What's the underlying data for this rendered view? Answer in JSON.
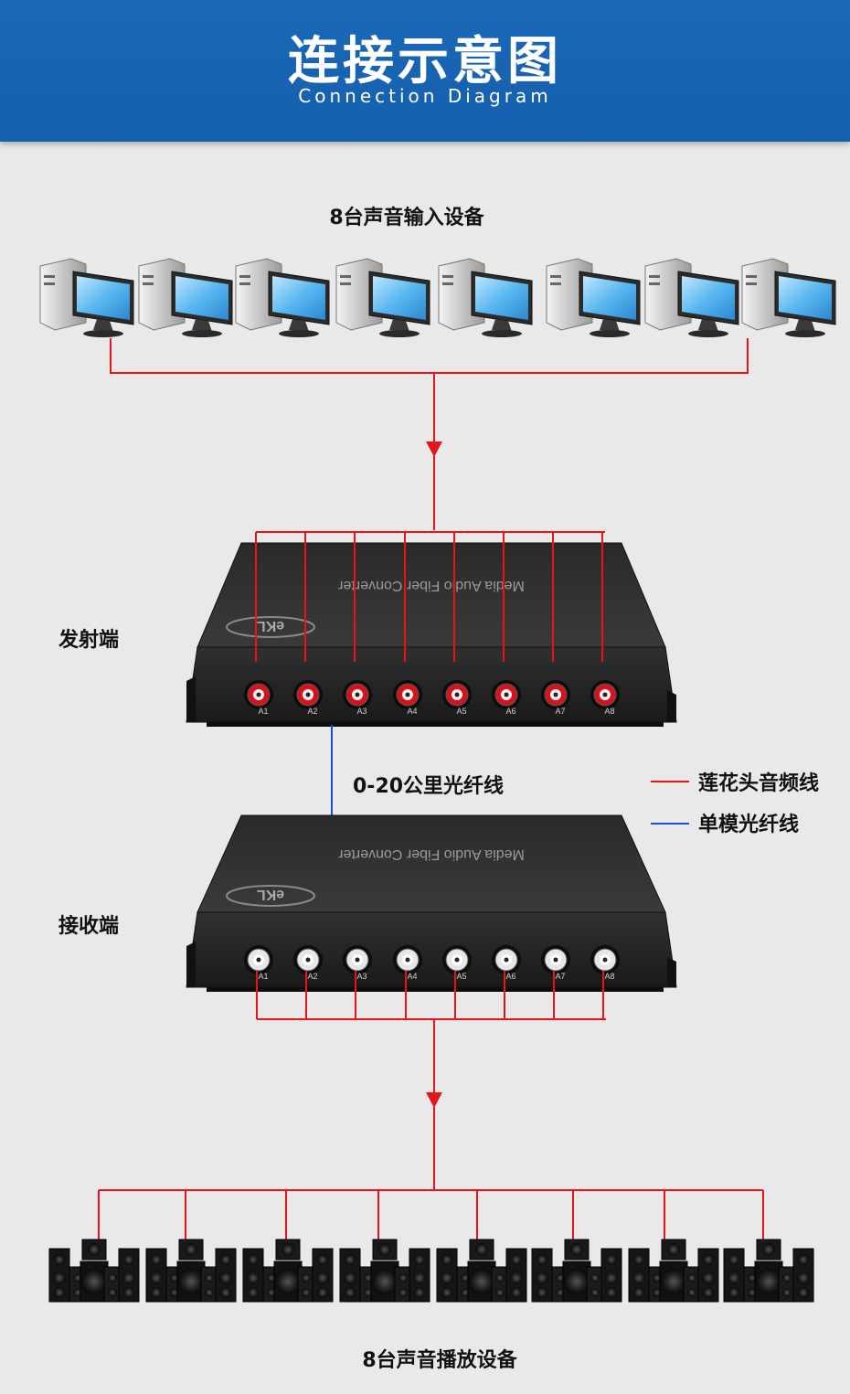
{
  "header": {
    "title": "连接示意图",
    "subtitle": "Connection Diagram"
  },
  "labels": {
    "input_devices": "8台声音输入设备",
    "transmitter": "发射端",
    "receiver": "接收端",
    "distance": "0-20公里光纤线",
    "output_devices": "8台声音播放设备"
  },
  "legend": [
    {
      "label": "莲花头音频线",
      "color": "#e8141c"
    },
    {
      "label": "单模光纤线",
      "color": "#1a4fd6"
    }
  ],
  "converter": {
    "panel_text": "Media Audio Fiber Converter",
    "brand": "eKL",
    "ports": [
      "A1",
      "A2",
      "A3",
      "A4",
      "A5",
      "A6",
      "A7",
      "A8"
    ]
  },
  "colors": {
    "header_bg": "#1a68b8",
    "audio_line": "#e8141c",
    "fiber_line": "#1a4fd6",
    "tx_port": "#d4141c",
    "rx_port": "#e6e6e6"
  },
  "icons": {
    "input_device": "computer-icon",
    "output_device": "speaker-set-icon"
  }
}
